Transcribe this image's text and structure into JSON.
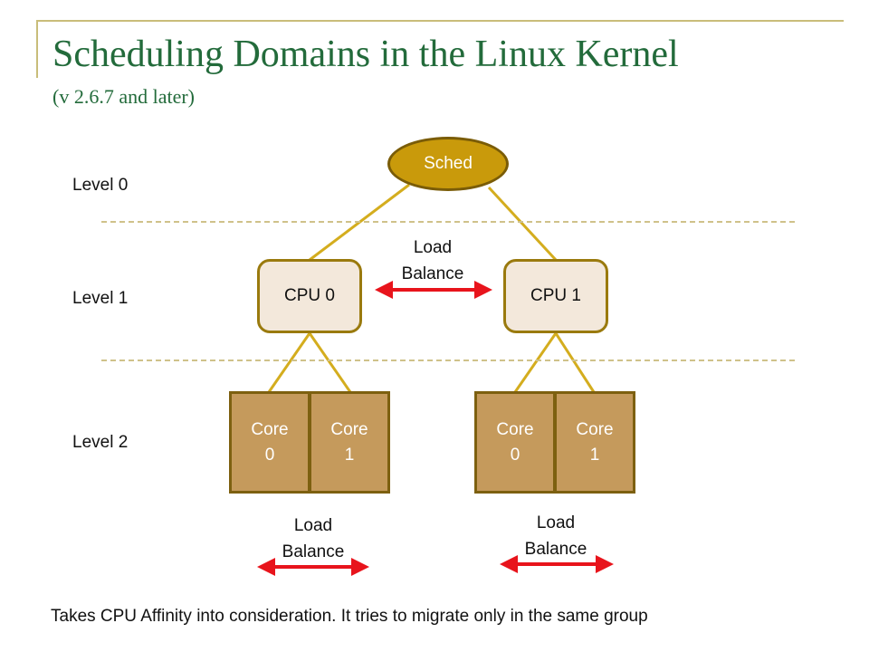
{
  "header": {
    "title": "Scheduling Domains in the Linux Kernel",
    "subtitle": "(v 2.6.7 and later)"
  },
  "levels": [
    "Level 0",
    "Level 1",
    "Level 2"
  ],
  "nodes": {
    "sched": "Sched",
    "cpus": [
      "CPU 0",
      "CPU 1"
    ],
    "cores": [
      {
        "word": "Core",
        "num": "0"
      },
      {
        "word": "Core",
        "num": "1"
      },
      {
        "word": "Core",
        "num": "0"
      },
      {
        "word": "Core",
        "num": "1"
      }
    ]
  },
  "load_balance": {
    "cpu_level": [
      "Load",
      "Balance"
    ],
    "core_left": [
      "Load",
      "Balance"
    ],
    "core_right": [
      "Load",
      "Balance"
    ]
  },
  "footer": "Takes CPU Affinity into consideration. It tries to migrate only in the same group",
  "colors": {
    "title": "#236b3b",
    "sched_fill": "#c99a0b",
    "cpu_fill": "#f3e8db",
    "core_fill": "#c59a5c",
    "connector": "#d4ad1e",
    "arrow": "#e8141c"
  }
}
